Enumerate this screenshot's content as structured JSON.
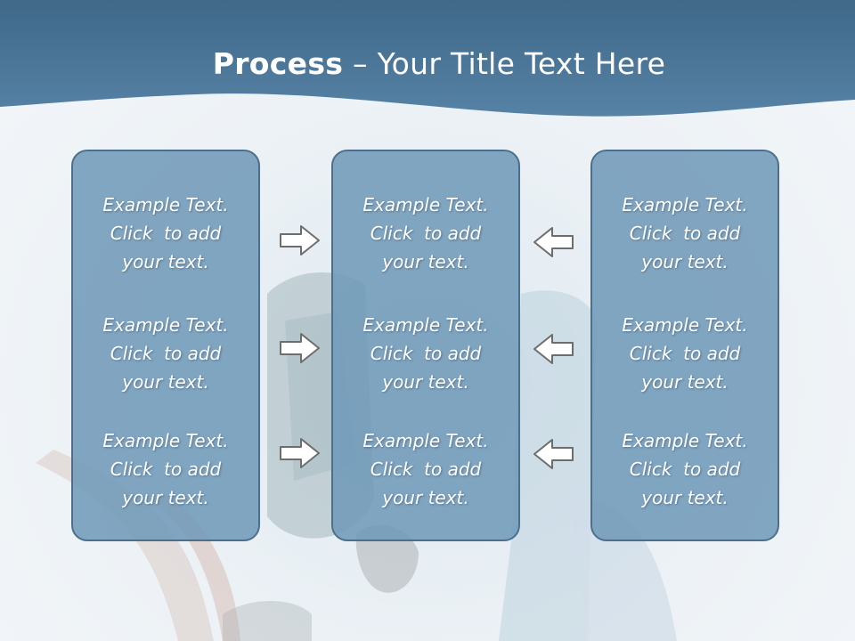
{
  "slide": {
    "title_bold": "Process",
    "title_rest": " – Your Title Text Here",
    "columns": [
      {
        "items": [
          {
            "line1": "Example Text.",
            "line2": "Click  to add",
            "line3": "your text."
          },
          {
            "line1": "Example Text.",
            "line2": "Click  to add",
            "line3": "your text."
          },
          {
            "line1": "Example Text.",
            "line2": "Click  to add",
            "line3": "your text."
          }
        ]
      },
      {
        "items": [
          {
            "line1": "Example Text.",
            "line2": "Click  to add",
            "line3": "your text."
          },
          {
            "line1": "Example Text.",
            "line2": "Click  to add",
            "line3": "your text."
          },
          {
            "line1": "Example Text.",
            "line2": "Click  to add",
            "line3": "your text."
          }
        ]
      },
      {
        "items": [
          {
            "line1": "Example Text.",
            "line2": "Click  to add",
            "line3": "your text."
          },
          {
            "line1": "Example Text.",
            "line2": "Click  to add",
            "line3": "your text."
          },
          {
            "line1": "Example Text.",
            "line2": "Click  to add",
            "line3": "your text."
          }
        ]
      }
    ],
    "arrows_left_column": [
      "right-arrow-icon",
      "right-arrow-icon",
      "right-arrow-icon"
    ],
    "arrows_right_column": [
      "left-arrow-icon",
      "left-arrow-icon",
      "left-arrow-icon"
    ]
  },
  "colors": {
    "header": "#4a7394",
    "panel": "#6f98b8",
    "panel_border": "#4e6f8c",
    "text": "#ffffff",
    "arrow_fill": "#ffffff",
    "arrow_stroke": "#6d6d6d"
  }
}
